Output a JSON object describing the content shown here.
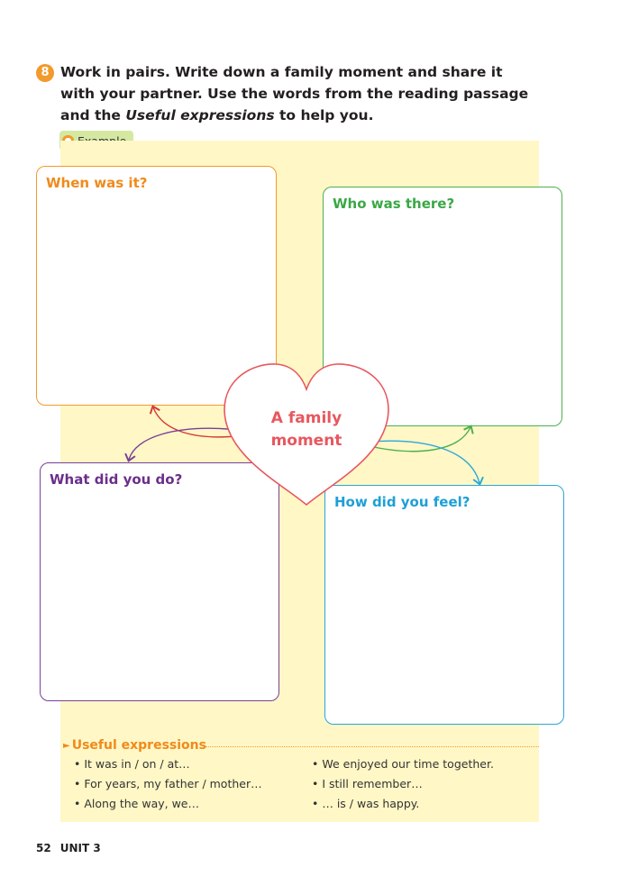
{
  "task": {
    "number": "8",
    "text_main": "Work in pairs. Write down a family moment and share it with your partner. Use the words from the reading passage and the ",
    "text_italic": "Useful expressions",
    "text_end": " to help you."
  },
  "example_button": {
    "label": "Example"
  },
  "boxes": {
    "when": {
      "label": "When was it?",
      "color": "#f39a2c"
    },
    "who": {
      "label": "Who was there?",
      "color": "#4caf50"
    },
    "what": {
      "label": "What did you do?",
      "color": "#7b3f98"
    },
    "how": {
      "label": "How did you feel?",
      "color": "#2aa8d8"
    }
  },
  "heart": {
    "line1": "A family",
    "line2": "moment",
    "color": "#e8575f"
  },
  "useful_expressions": {
    "title": "Useful expressions",
    "left": [
      "It was in / on / at…",
      "For years, my father / mother…",
      "Along the way, we…"
    ],
    "right": [
      "We enjoyed our time together.",
      "I still remember…",
      "… is / was happy."
    ]
  },
  "footer": {
    "page": "52",
    "unit": "UNIT 3"
  }
}
